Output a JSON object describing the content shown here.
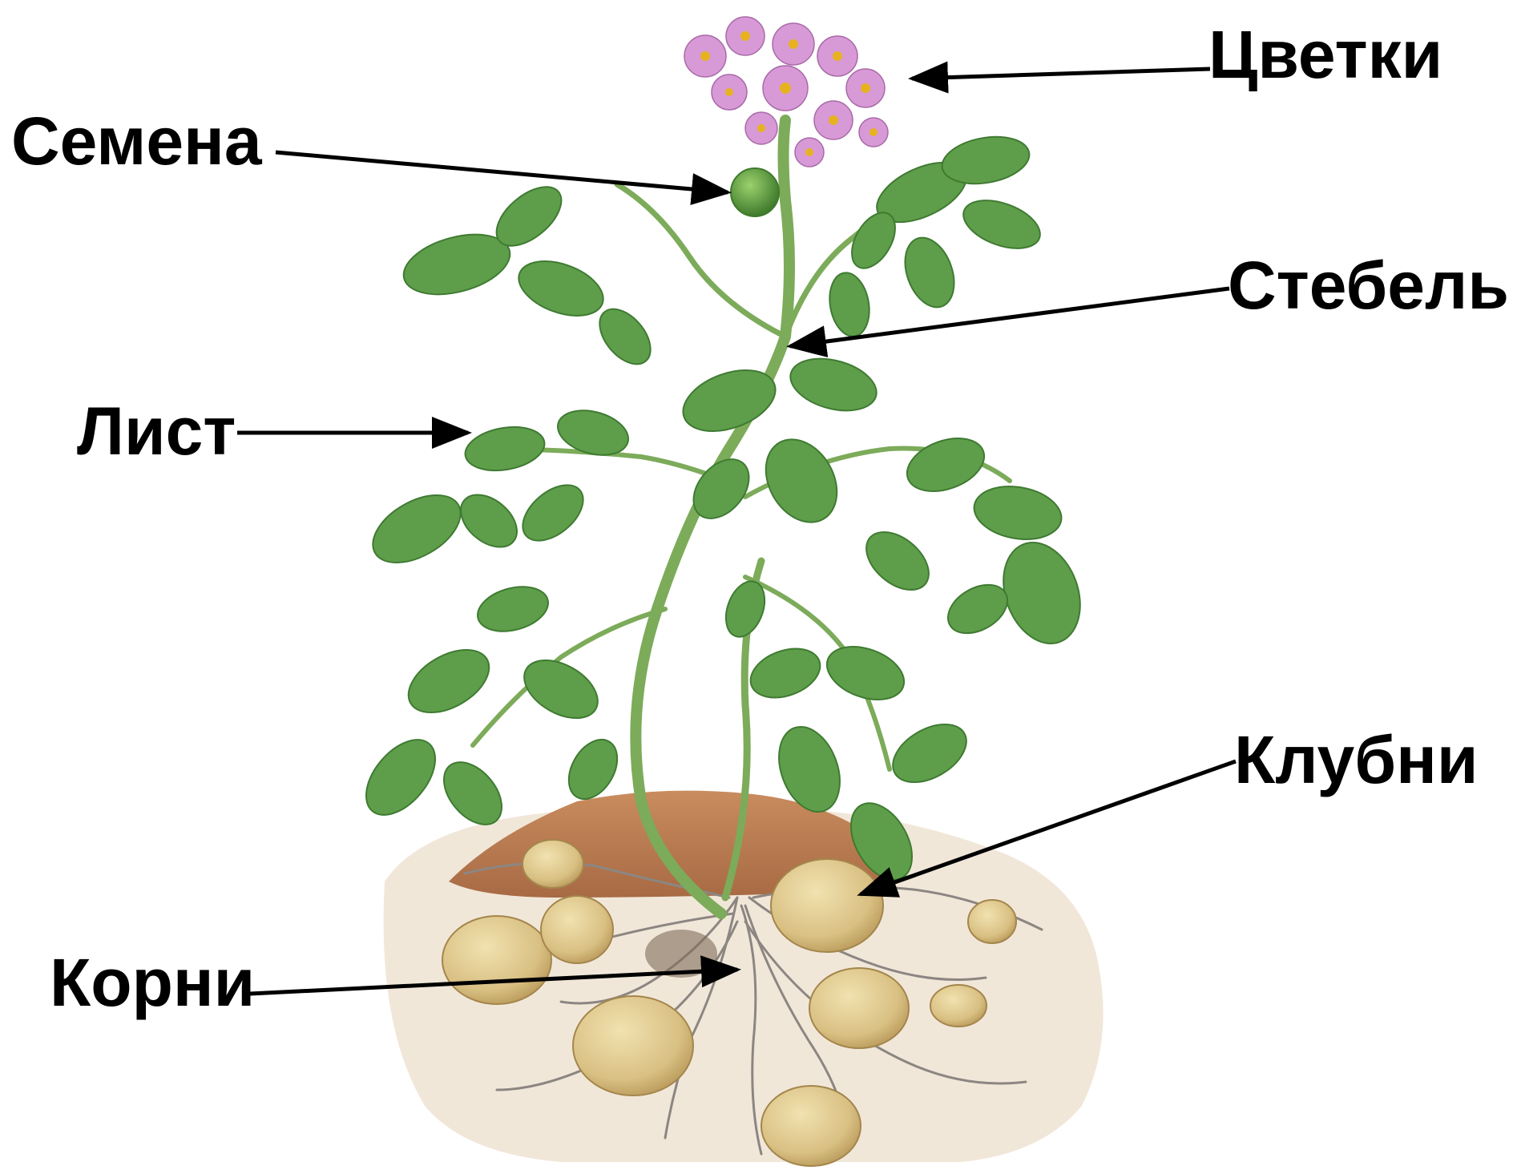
{
  "diagram": {
    "labels": {
      "flowers": "Цветки",
      "seeds": "Семена",
      "stem": "Стебель",
      "leaf": "Лист",
      "tubers": "Клубни",
      "roots": "Корни"
    },
    "colors": {
      "leaf": "#5e9e4a",
      "leaf_dark": "#3f7a32",
      "leaf_light": "#8fc06f",
      "stem": "#7cab5a",
      "flower": "#d79ad6",
      "flower_center": "#e6b21f",
      "berry": "#5f9c3c",
      "soil": "#c48a5c",
      "soil_light": "#e8d7c2",
      "tuber": "#dcc48a",
      "tuber_shade": "#b8995a",
      "roots": "#8c8682",
      "arrow": "#000000",
      "text": "#000000"
    }
  }
}
